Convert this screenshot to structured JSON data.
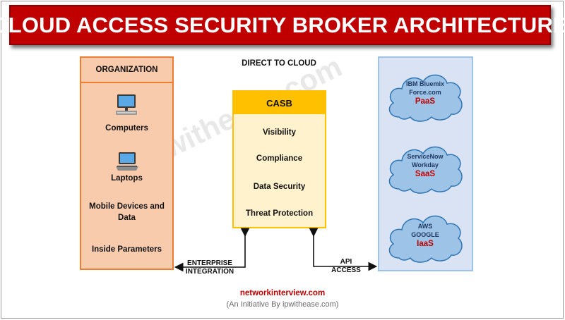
{
  "title": "CLOUD ACCESS SECURITY BROKER ARCHITECTURE",
  "organization": {
    "header": "ORGANIZATION",
    "items": [
      {
        "label": "Computers",
        "icon": "desktop-computer-icon"
      },
      {
        "label": "Laptops",
        "icon": "laptop-icon"
      },
      {
        "label": "Mobile Devices and Data"
      },
      {
        "label": "Inside Parameters"
      }
    ]
  },
  "direct_label": "DIRECT TO CLOUD",
  "casb": {
    "header": "CASB",
    "items": [
      "Visibility",
      "Compliance",
      "Data Security",
      "Threat Protection"
    ]
  },
  "clouds": [
    {
      "lines": [
        "IBM Bluemix",
        "Force.com"
      ],
      "model": "PaaS"
    },
    {
      "lines": [
        "ServiceNow",
        "Workday"
      ],
      "model": "SaaS"
    },
    {
      "lines": [
        "AWS",
        "GOOGLE"
      ],
      "model": "IaaS"
    }
  ],
  "connectors": {
    "enterprise": [
      "ENTERPRISE",
      "INTEGRATION"
    ],
    "api": [
      "API",
      "ACCESS"
    ]
  },
  "watermark": "ipwithease.com",
  "footer": {
    "site": "networkinterview.com",
    "note": "(An Initiative By ipwithease.com)"
  },
  "colors": {
    "title_bg": "#c00000",
    "org_fill": "#f8cbad",
    "org_border": "#ed7d31",
    "casb_fill": "#fff2cc",
    "casb_header": "#ffc000",
    "cloud_panel": "#dae3f3",
    "cloud_fill": "#9dc3e6",
    "model_text": "#c00000"
  }
}
